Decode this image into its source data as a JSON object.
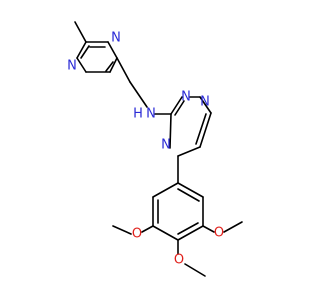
{
  "colors": {
    "background": "#ffffff",
    "bond": "#000000",
    "nitrogen": "#2b2bd6",
    "oxygen": "#e0201b"
  },
  "atoms": {
    "pyrazine_n1": "N",
    "pyrazine_n4": "N",
    "amine_n": "N",
    "amine_h": "H",
    "triazine_n1": "N",
    "triazine_n2": "N",
    "triazine_n4": "N",
    "methoxy_o_left": "O",
    "methoxy_o_right": "O",
    "methoxy_o_bottom": "O"
  }
}
